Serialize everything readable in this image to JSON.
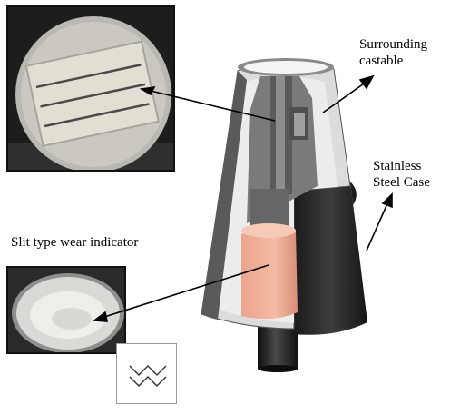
{
  "labels": {
    "castable": "Surrounding castable",
    "steel": "Stainless Steel Case",
    "slit": "Slit type wear indicator"
  },
  "icons": [
    "arrow-icon"
  ],
  "colors": {
    "castable": "#e6e6e6",
    "steel_case": "#2b2b2b",
    "indicator": "#f0a890",
    "core": "#6b6b6b"
  }
}
